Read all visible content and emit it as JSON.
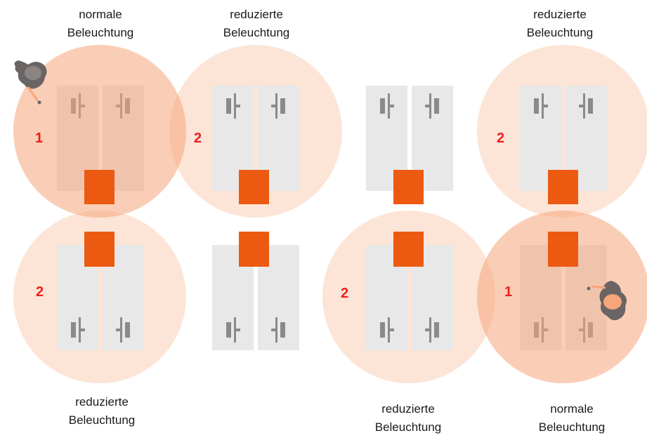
{
  "colors": {
    "light_normal": "#f5a67a",
    "light_reduced": "#fbe0d0",
    "door_panel": "#e8e8e8",
    "door_handle": "#8a8a8a",
    "sensor": "#ec5a12",
    "zone_number": "#ee1c1c",
    "person_body": "#6a6464",
    "person_head": "#f5a67a"
  },
  "labels": {
    "top_1": [
      "normale",
      "Beleuchtung"
    ],
    "top_2": [
      "reduzierte",
      "Beleuchtung"
    ],
    "top_4": [
      "reduzierte",
      "Beleuchtung"
    ],
    "bottom_1": [
      "reduzierte",
      "Beleuchtung"
    ],
    "bottom_3": [
      "reduzierte",
      "Beleuchtung"
    ],
    "bottom_4": [
      "normale",
      "Beleuchtung"
    ]
  },
  "zones": {
    "z1": "1",
    "z2": "2",
    "z3": "2",
    "z4": "2",
    "z5": "2",
    "z6": "1"
  },
  "icons": {
    "person_top": "person-icon",
    "person_bottom": "person-icon",
    "door": "double-door-icon",
    "sensor": "motion-sensor-icon"
  }
}
